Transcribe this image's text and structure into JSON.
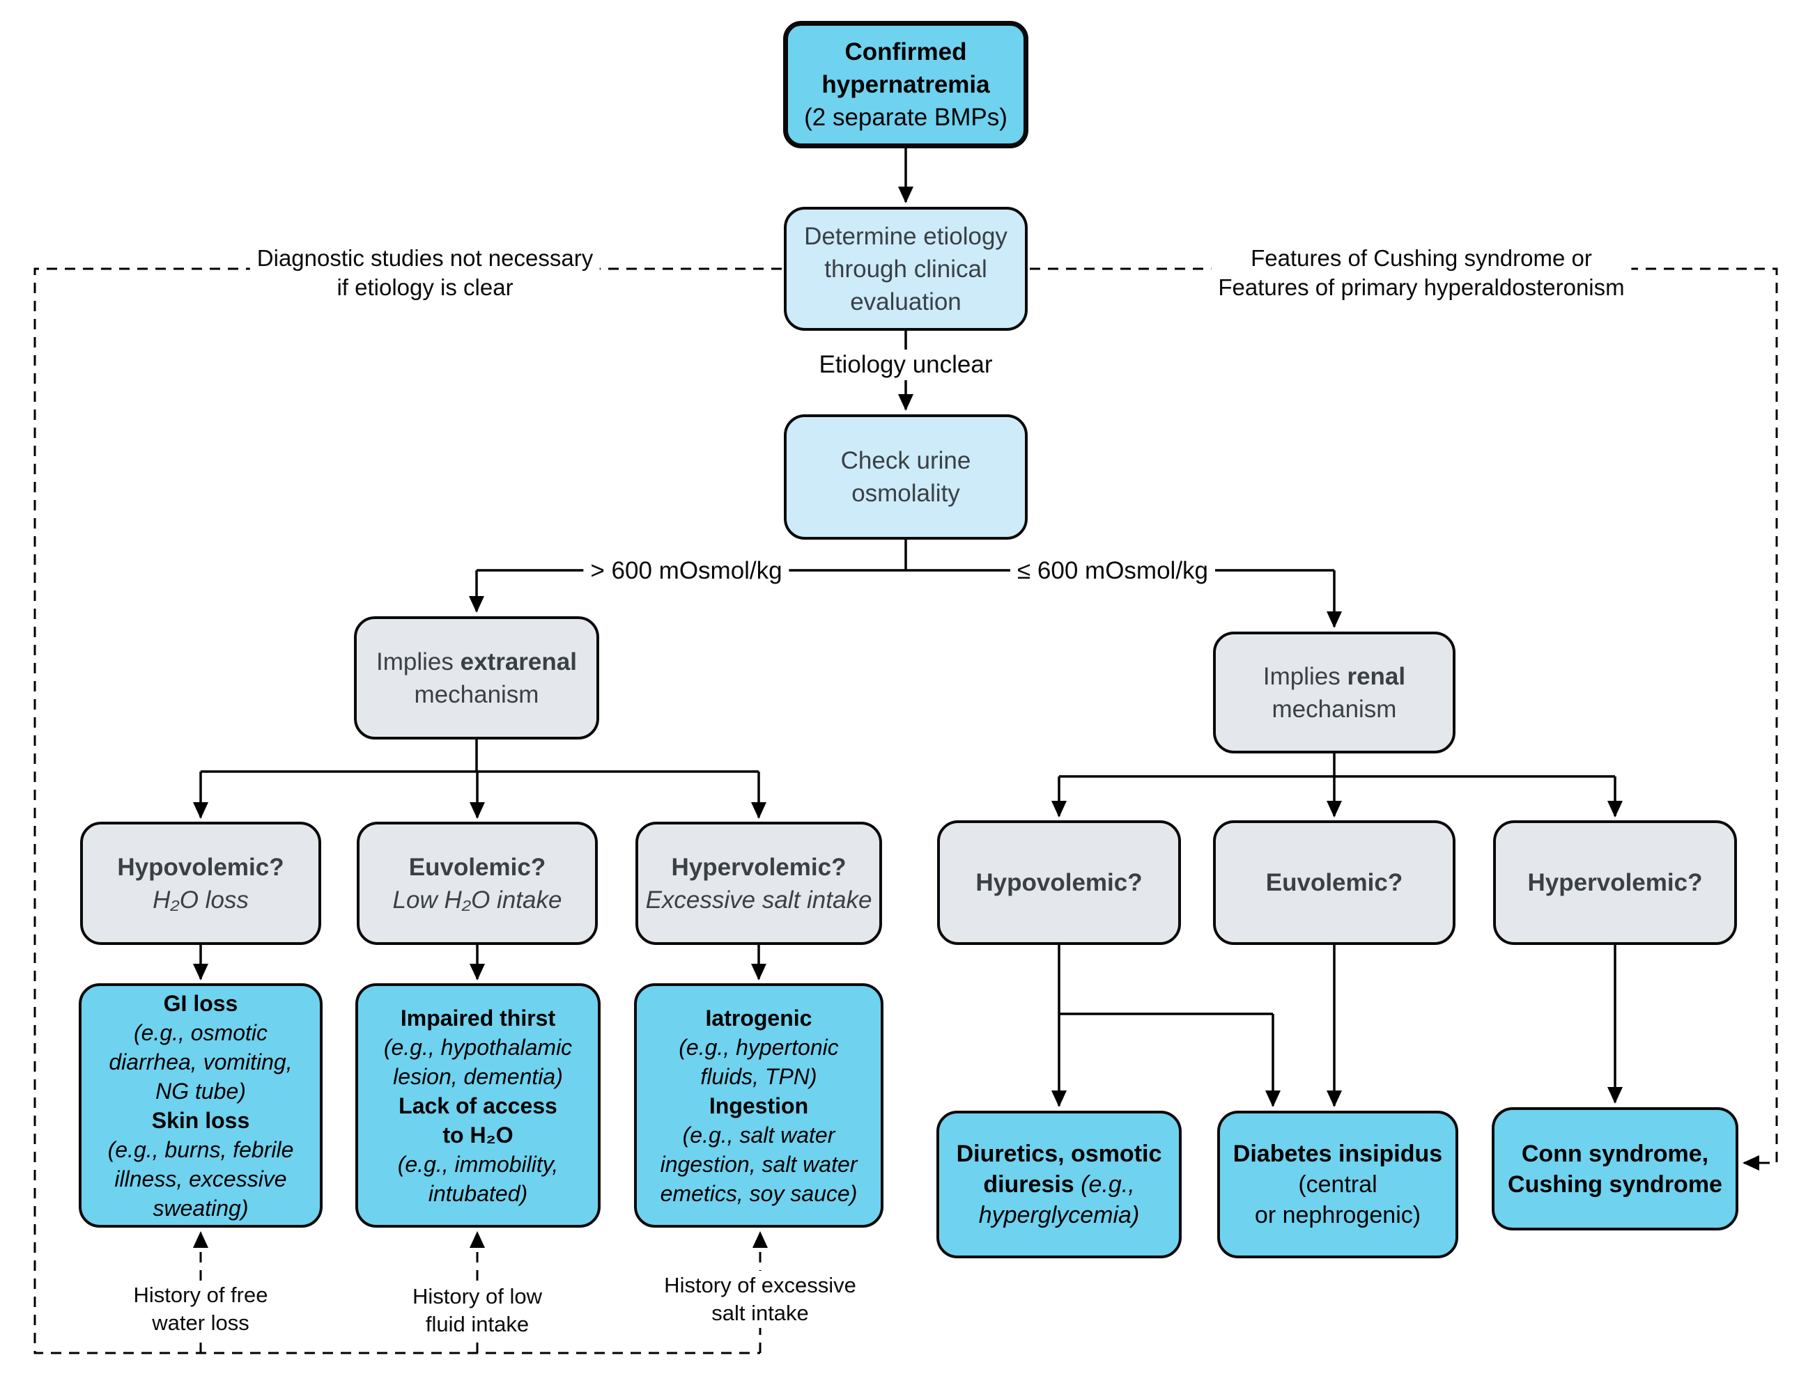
{
  "colors": {
    "node_cyan": "#6fd2ef",
    "node_light_blue": "#cdebf8",
    "node_gray": "#e4e8ec",
    "border": "#0a0a0a",
    "line": "#000000",
    "text_dark": "#3a4046",
    "text_black": "#000000",
    "background": "#ffffff"
  },
  "nodes": {
    "confirmed": {
      "lines": [
        [
          {
            "t": "Confirmed",
            "s": "b"
          }
        ],
        [
          {
            "t": "hypernatremia",
            "s": "b"
          }
        ],
        [
          {
            "t": "(2 separate BMPs)",
            "s": "n"
          }
        ]
      ]
    },
    "determine_etiology": {
      "lines": [
        [
          {
            "t": "Determine etiology",
            "s": "n"
          }
        ],
        [
          {
            "t": "through clinical",
            "s": "n"
          }
        ],
        [
          {
            "t": "evaluation",
            "s": "n"
          }
        ]
      ]
    },
    "check_urine": {
      "lines": [
        [
          {
            "t": "Check urine",
            "s": "n"
          }
        ],
        [
          {
            "t": "osmolality",
            "s": "n"
          }
        ]
      ]
    },
    "extrarenal": {
      "lines": [
        [
          {
            "t": "Implies ",
            "s": "n"
          },
          {
            "t": "extrarenal",
            "s": "b"
          }
        ],
        [
          {
            "t": "mechanism",
            "s": "n"
          }
        ]
      ]
    },
    "renal": {
      "lines": [
        [
          {
            "t": "Implies ",
            "s": "n"
          },
          {
            "t": "renal",
            "s": "b"
          }
        ],
        [
          {
            "t": "mechanism",
            "s": "n"
          }
        ]
      ]
    },
    "hypovolemic_extrarenal": {
      "lines": [
        [
          {
            "t": "Hypovolemic?",
            "s": "b"
          }
        ],
        [
          {
            "t": "H₂O loss",
            "s": "i"
          }
        ]
      ]
    },
    "euvolemic_extrarenal": {
      "lines": [
        [
          {
            "t": "Euvolemic?",
            "s": "b"
          }
        ],
        [
          {
            "t": "Low H₂O intake",
            "s": "i"
          }
        ]
      ]
    },
    "hypervolemic_extrarenal": {
      "lines": [
        [
          {
            "t": "Hypervolemic?",
            "s": "b"
          }
        ],
        [
          {
            "t": "Excessive salt intake",
            "s": "i"
          }
        ]
      ]
    },
    "hypovolemic_renal": {
      "lines": [
        [
          {
            "t": "Hypovolemic?",
            "s": "b"
          }
        ]
      ]
    },
    "euvolemic_renal": {
      "lines": [
        [
          {
            "t": "Euvolemic?",
            "s": "b"
          }
        ]
      ]
    },
    "hypervolemic_renal": {
      "lines": [
        [
          {
            "t": "Hypervolemic?",
            "s": "b"
          }
        ]
      ]
    },
    "gi_skin_loss": {
      "lines": [
        [
          {
            "t": "GI loss",
            "s": "b"
          }
        ],
        [
          {
            "t": "(e.g., osmotic",
            "s": "i"
          }
        ],
        [
          {
            "t": "diarrhea, vomiting,",
            "s": "i"
          }
        ],
        [
          {
            "t": "NG tube)",
            "s": "i"
          }
        ],
        [
          {
            "t": "Skin loss",
            "s": "b"
          }
        ],
        [
          {
            "t": "(e.g., burns, febrile",
            "s": "i"
          }
        ],
        [
          {
            "t": "illness, excessive",
            "s": "i"
          }
        ],
        [
          {
            "t": "sweating)",
            "s": "i"
          }
        ]
      ]
    },
    "impaired_thirst": {
      "lines": [
        [
          {
            "t": "Impaired thirst",
            "s": "b"
          }
        ],
        [
          {
            "t": "(e.g., hypothalamic",
            "s": "i"
          }
        ],
        [
          {
            "t": "lesion, dementia)",
            "s": "i"
          }
        ],
        [
          {
            "t": "Lack of access",
            "s": "b"
          }
        ],
        [
          {
            "t": "to H₂O",
            "s": "b"
          }
        ],
        [
          {
            "t": "(e.g., immobility,",
            "s": "i"
          }
        ],
        [
          {
            "t": "intubated)",
            "s": "i"
          }
        ]
      ]
    },
    "iatrogenic_ingestion": {
      "lines": [
        [
          {
            "t": "Iatrogenic",
            "s": "b"
          }
        ],
        [
          {
            "t": "(e.g., hypertonic",
            "s": "i"
          }
        ],
        [
          {
            "t": "fluids, TPN)",
            "s": "i"
          }
        ],
        [
          {
            "t": "Ingestion",
            "s": "b"
          }
        ],
        [
          {
            "t": "(e.g., salt water",
            "s": "i"
          }
        ],
        [
          {
            "t": "ingestion, salt water",
            "s": "i"
          }
        ],
        [
          {
            "t": "emetics, soy sauce)",
            "s": "i"
          }
        ]
      ]
    },
    "diuretics_osmotic": {
      "lines": [
        [
          {
            "t": "Diuretics, osmotic",
            "s": "b"
          }
        ],
        [
          {
            "t": "diuresis ",
            "s": "b"
          },
          {
            "t": "(e.g.,",
            "s": "i"
          }
        ],
        [
          {
            "t": "hyperglycemia)",
            "s": "i"
          }
        ]
      ]
    },
    "diabetes_insipidus": {
      "lines": [
        [
          {
            "t": "Diabetes insipidus",
            "s": "b"
          }
        ],
        [
          {
            "t": "(central",
            "s": "n"
          }
        ],
        [
          {
            "t": "or nephrogenic)",
            "s": "n"
          }
        ]
      ]
    },
    "conn_cushing": {
      "lines": [
        [
          {
            "t": "Conn syndrome,",
            "s": "b"
          }
        ],
        [
          {
            "t": "Cushing syndrome",
            "s": "b"
          }
        ]
      ]
    }
  },
  "edge_labels": {
    "etiology_unclear": "Etiology unclear",
    "gt_600": "> 600 mOsmol/kg",
    "le_600": "≤ 600 mOsmol/kg"
  },
  "labels": {
    "diagnostic_note": [
      [
        {
          "t": "Diagnostic studies not necessary",
          "s": "n"
        }
      ],
      [
        {
          "t": "if etiology is clear",
          "s": "n"
        }
      ]
    ],
    "features_note": [
      [
        {
          "t": "Features of Cushing syndrome or",
          "s": "n"
        }
      ],
      [
        {
          "t": "Features of primary hyperaldosteronism",
          "s": "n"
        }
      ]
    ],
    "history_free_water": [
      [
        {
          "t": "History of free",
          "s": "n"
        }
      ],
      [
        {
          "t": "water loss",
          "s": "n"
        }
      ]
    ],
    "history_low_fluid": [
      [
        {
          "t": "History of low",
          "s": "n"
        }
      ],
      [
        {
          "t": "fluid intake",
          "s": "n"
        }
      ]
    ],
    "history_excess_salt": [
      [
        {
          "t": "History of excessive",
          "s": "n"
        }
      ],
      [
        {
          "t": "salt intake",
          "s": "n"
        }
      ]
    ]
  }
}
